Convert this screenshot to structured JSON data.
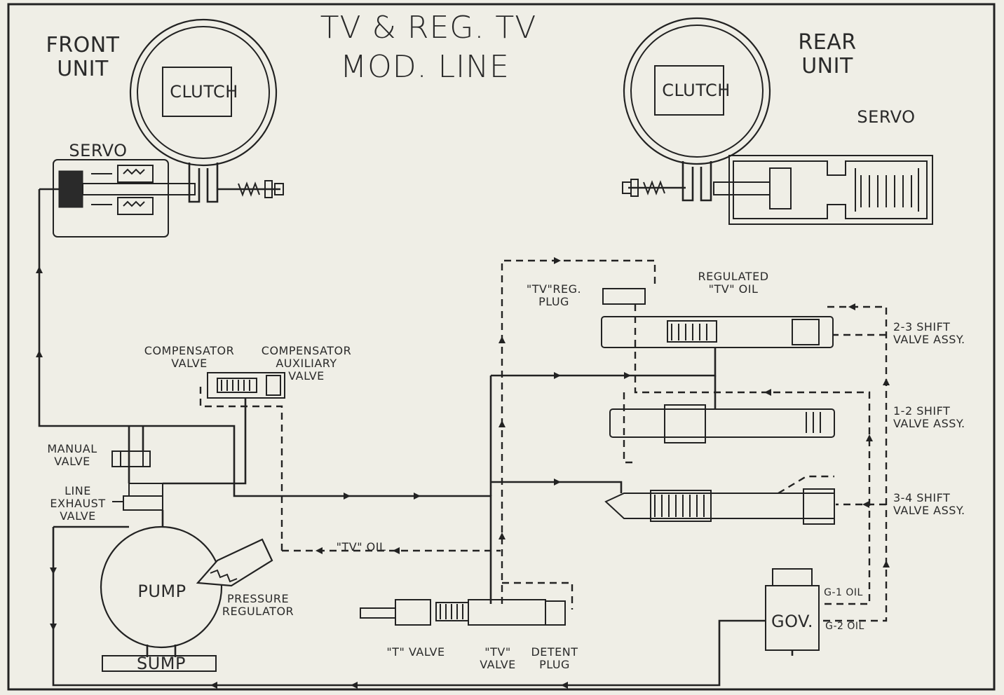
{
  "title": {
    "line1": "TV & REG. TV",
    "line2": "MOD. LINE"
  },
  "units": {
    "front": "FRONT\nUNIT",
    "rear": "REAR\nUNIT"
  },
  "components": {
    "clutch_front": "CLUTCH",
    "clutch_rear": "CLUTCH",
    "servo_front": "SERVO",
    "servo_rear": "SERVO",
    "compensator_valve": "COMPENSATOR\nVALVE",
    "compensator_aux_valve": "COMPENSATOR\nAUXILIARY\nVALVE",
    "manual_valve": "MANUAL\nVALVE",
    "line_exhaust_valve": "LINE\nEXHAUST\nVALVE",
    "pump": "PUMP",
    "pressure_regulator": "PRESSURE\nREGULATOR",
    "sump": "SUMP",
    "t_valve": "\"T\" VALVE",
    "tv_valve": "\"TV\"\nVALVE",
    "detent_plug": "DETENT\nPLUG",
    "tv_reg_plug": "\"TV\"REG.\nPLUG",
    "regulated_tv_oil": "REGULATED\n\"TV\" OIL",
    "tv_oil": "\"TV\" OIL",
    "shift_23": "2-3 SHIFT\nVALVE ASSY.",
    "shift_12": "1-2 SHIFT\nVALVE ASSY.",
    "shift_34": "3-4 SHIFT\nVALVE ASSY.",
    "governor": "GOV.",
    "g1_oil": "G-1 OIL",
    "g2_oil": "G-2 OIL"
  }
}
